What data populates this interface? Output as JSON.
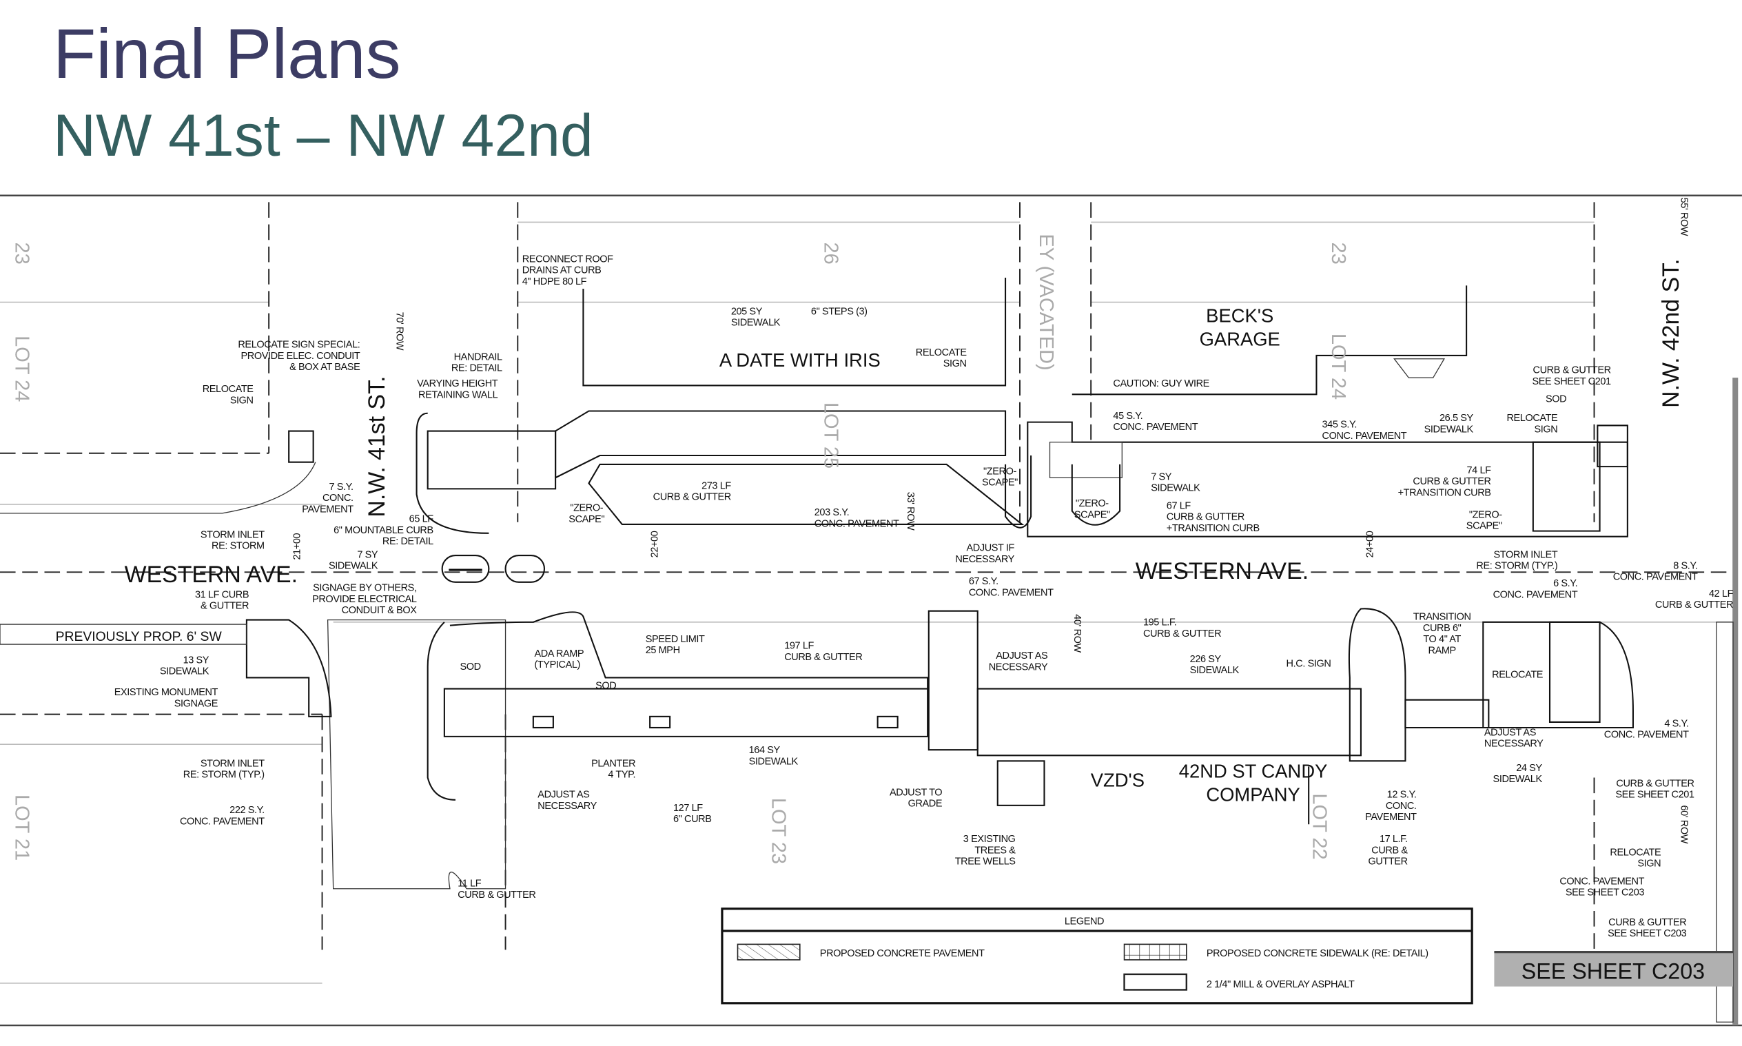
{
  "header": {
    "title": "Final Plans",
    "subtitle": "NW 41st – NW 42nd",
    "title_color": "#3c3c64",
    "subtitle_color": "#345f5f"
  },
  "buildings": [
    "A DATE WITH IRIS",
    "BECK'S",
    "GARAGE",
    "VZD'S",
    "42ND ST CANDY",
    "COMPANY"
  ],
  "streets": [
    "WESTERN AVE.",
    "WESTERN AVE.",
    "N.W. 41st ST.",
    "N.W. 42nd ST.",
    "PREVIOUSLY PROP. 6' SW"
  ],
  "lot_labels": [
    "23",
    "LOT 24",
    "LOT 21",
    "26",
    "LOT 25",
    "EY (VACATED)",
    "23",
    "LOT 24",
    "LOT 23",
    "LOT 22"
  ],
  "row_labels": [
    "70' ROW",
    "33' ROW",
    "40' ROW",
    "55' ROW",
    "60' ROW"
  ],
  "stations": [
    "21+00",
    "22+00",
    "24+00"
  ],
  "annotations": [
    {
      "lines": [
        "RECONNECT ROOF",
        "DRAINS AT CURB",
        "4\" HDPE 80 LF"
      ]
    },
    {
      "lines": [
        "RELOCATE SIGN SPECIAL:",
        "PROVIDE ELEC. CONDUIT",
        "& BOX AT BASE"
      ]
    },
    {
      "lines": [
        "RELOCATE",
        "SIGN"
      ]
    },
    {
      "lines": [
        "HANDRAIL",
        "RE: DETAIL"
      ]
    },
    {
      "lines": [
        "VARYING HEIGHT",
        "RETAINING WALL"
      ]
    },
    {
      "lines": [
        "7 S.Y.",
        "CONC.",
        "PAVEMENT"
      ]
    },
    {
      "lines": [
        "65 LF",
        "6\" MOUNTABLE CURB",
        "RE: DETAIL"
      ]
    },
    {
      "lines": [
        "7 SY",
        "SIDEWALK"
      ]
    },
    {
      "lines": [
        "STORM INLET",
        "RE: STORM"
      ]
    },
    {
      "lines": [
        "SIGNAGE BY OTHERS,",
        "PROVIDE ELECTRICAL",
        "CONDUIT & BOX"
      ]
    },
    {
      "lines": [
        "31 LF CURB",
        "& GUTTER"
      ]
    },
    {
      "lines": [
        "13 SY",
        "SIDEWALK"
      ]
    },
    {
      "lines": [
        "EXISTING MONUMENT",
        "SIGNAGE"
      ]
    },
    {
      "lines": [
        "STORM INLET",
        "RE: STORM (TYP.)"
      ]
    },
    {
      "lines": [
        "222 S.Y.",
        "CONC. PAVEMENT"
      ]
    },
    {
      "lines": [
        "11 LF",
        "CURB & GUTTER"
      ]
    },
    {
      "lines": [
        "205 SY",
        "SIDEWALK"
      ]
    },
    {
      "lines": [
        "6\" STEPS (3)"
      ]
    },
    {
      "lines": [
        "RELOCATE",
        "SIGN"
      ]
    },
    {
      "lines": [
        "273 LF",
        "CURB & GUTTER"
      ]
    },
    {
      "lines": [
        "203 S.Y.",
        "CONC. PAVEMENT"
      ]
    },
    {
      "lines": [
        "\"ZERO-",
        "SCAPE\""
      ]
    },
    {
      "lines": [
        "\"ZERO-",
        "SCAPE\""
      ]
    },
    {
      "lines": [
        "\"ZERO-",
        "SCAPE\""
      ]
    },
    {
      "lines": [
        "ADJUST IF",
        "NECESSARY"
      ]
    },
    {
      "lines": [
        "67 S.Y.",
        "CONC. PAVEMENT"
      ]
    },
    {
      "lines": [
        "CAUTION: GUY WIRE"
      ]
    },
    {
      "lines": [
        "45 S.Y.",
        "CONC. PAVEMENT"
      ]
    },
    {
      "lines": [
        "7 SY",
        "SIDEWALK"
      ]
    },
    {
      "lines": [
        "67 LF",
        "CURB & GUTTER",
        "+TRANSITION CURB"
      ]
    },
    {
      "lines": [
        "345 S.Y.",
        "CONC. PAVEMENT"
      ]
    },
    {
      "lines": [
        "26.5 SY",
        "SIDEWALK"
      ]
    },
    {
      "lines": [
        "RELOCATE",
        "SIGN"
      ]
    },
    {
      "lines": [
        "SOD"
      ]
    },
    {
      "lines": [
        "CURB & GUTTER",
        "SEE SHEET C201"
      ]
    },
    {
      "lines": [
        "74 LF",
        "CURB & GUTTER",
        "+TRANSITION CURB"
      ]
    },
    {
      "lines": [
        "\"ZERO-",
        "SCAPE\""
      ]
    },
    {
      "lines": [
        "STORM INLET",
        "RE: STORM (TYP.)"
      ]
    },
    {
      "lines": [
        "6 S.Y.",
        "CONC. PAVEMENT"
      ]
    },
    {
      "lines": [
        "8 S.Y.",
        "CONC. PAVEMENT"
      ]
    },
    {
      "lines": [
        "42 LF",
        "CURB & GUTTER"
      ]
    },
    {
      "lines": [
        "SOD"
      ]
    },
    {
      "lines": [
        "SOD"
      ]
    },
    {
      "lines": [
        "ADA RAMP",
        "(TYPICAL)"
      ]
    },
    {
      "lines": [
        "SPEED LIMIT",
        "25 MPH"
      ]
    },
    {
      "lines": [
        "197 LF",
        "CURB & GUTTER"
      ]
    },
    {
      "lines": [
        "164 SY",
        "SIDEWALK"
      ]
    },
    {
      "lines": [
        "PLANTER",
        "4 TYP."
      ]
    },
    {
      "lines": [
        "ADJUST AS",
        "NECESSARY"
      ]
    },
    {
      "lines": [
        "127 LF",
        "6\" CURB"
      ]
    },
    {
      "lines": [
        "ADJUST AS",
        "NECESSARY"
      ]
    },
    {
      "lines": [
        "195 L.F.",
        "CURB & GUTTER"
      ]
    },
    {
      "lines": [
        "226 SY",
        "SIDEWALK"
      ]
    },
    {
      "lines": [
        "H.C. SIGN"
      ]
    },
    {
      "lines": [
        "ADJUST TO",
        "GRADE"
      ]
    },
    {
      "lines": [
        "3 EXISTING",
        "TREES &",
        "TREE WELLS"
      ]
    },
    {
      "lines": [
        "TRANSITION",
        "CURB 6\"",
        "TO 4\" AT",
        "RAMP"
      ]
    },
    {
      "lines": [
        "RELOCATE"
      ]
    },
    {
      "lines": [
        "ADJUST AS",
        "NECESSARY"
      ]
    },
    {
      "lines": [
        "12 S.Y.",
        "CONC.",
        "PAVEMENT"
      ]
    },
    {
      "lines": [
        "17 L.F.",
        "CURB &",
        "GUTTER"
      ]
    },
    {
      "lines": [
        "24 SY",
        "SIDEWALK"
      ]
    },
    {
      "lines": [
        "4 S.Y.",
        "CONC. PAVEMENT"
      ]
    },
    {
      "lines": [
        "CURB & GUTTER",
        "SEE SHEET C201"
      ]
    },
    {
      "lines": [
        "RELOCATE",
        "SIGN"
      ]
    },
    {
      "lines": [
        "CONC. PAVEMENT",
        "SEE SHEET C203"
      ]
    },
    {
      "lines": [
        "CURB & GUTTER",
        "SEE SHEET C203"
      ]
    }
  ],
  "legend": {
    "title": "LEGEND",
    "items": [
      {
        "pattern": "hatch",
        "label": "PROPOSED CONCRETE PAVEMENT"
      },
      {
        "pattern": "grid",
        "label": "PROPOSED CONCRETE SIDEWALK (RE: DETAIL)"
      },
      {
        "pattern": "blank",
        "label": "2 1/4\" MILL & OVERLAY ASPHALT"
      }
    ]
  },
  "sheet_ref": "SEE SHEET C203"
}
